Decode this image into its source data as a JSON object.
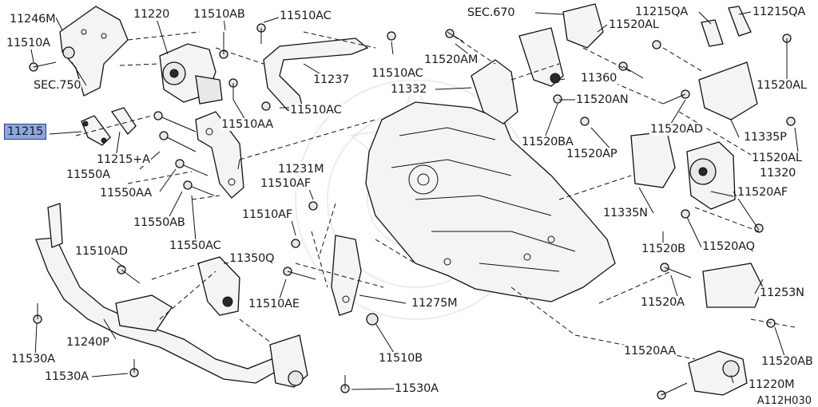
{
  "diagram": {
    "code": "A112H030",
    "highlight_color": "#8ea6de",
    "labels": [
      {
        "id": "11246M",
        "text": "11246M"
      },
      {
        "id": "11220",
        "text": "11220"
      },
      {
        "id": "11510AB",
        "text": "11510AB"
      },
      {
        "id": "11510AC_1",
        "text": "11510AC"
      },
      {
        "id": "11510A_1",
        "text": "11510A"
      },
      {
        "id": "SEC750",
        "text": "SEC.750"
      },
      {
        "id": "11237",
        "text": "11237"
      },
      {
        "id": "11510AC_2",
        "text": "11510AC"
      },
      {
        "id": "11510AA",
        "text": "11510AA"
      },
      {
        "id": "11510AC_3",
        "text": "11510AC"
      },
      {
        "id": "11215",
        "text": "11215",
        "highlight": true
      },
      {
        "id": "11215A",
        "text": "11215+A"
      },
      {
        "id": "11550A",
        "text": "11550A"
      },
      {
        "id": "11550AA",
        "text": "11550AA"
      },
      {
        "id": "11231M",
        "text": "11231M"
      },
      {
        "id": "11550AB",
        "text": "11550AB"
      },
      {
        "id": "11550AC",
        "text": "11550AC"
      },
      {
        "id": "11510AF_1",
        "text": "11510AF"
      },
      {
        "id": "11510AF_2",
        "text": "11510AF"
      },
      {
        "id": "11510AD",
        "text": "11510AD"
      },
      {
        "id": "11350Q",
        "text": "11350Q"
      },
      {
        "id": "11510AE",
        "text": "11510AE"
      },
      {
        "id": "11275M",
        "text": "11275M"
      },
      {
        "id": "11240P",
        "text": "11240P"
      },
      {
        "id": "11530A_1",
        "text": "11530A"
      },
      {
        "id": "11530A_2",
        "text": "11530A"
      },
      {
        "id": "11510B",
        "text": "11510B"
      },
      {
        "id": "11530A_3",
        "text": "11530A"
      },
      {
        "id": "SEC670",
        "text": "SEC.670"
      },
      {
        "id": "11520AM",
        "text": "11520AM"
      },
      {
        "id": "11332",
        "text": "11332"
      },
      {
        "id": "11520AL_1",
        "text": "11520AL"
      },
      {
        "id": "11360",
        "text": "11360"
      },
      {
        "id": "11520AN",
        "text": "11520AN"
      },
      {
        "id": "11520BA",
        "text": "11520BA"
      },
      {
        "id": "11520AP",
        "text": "11520AP"
      },
      {
        "id": "11215QA_1",
        "text": "11215QA"
      },
      {
        "id": "11215QA_2",
        "text": "11215QA"
      },
      {
        "id": "11520AL_2",
        "text": "11520AL"
      },
      {
        "id": "11520AD",
        "text": "11520AD"
      },
      {
        "id": "11335P",
        "text": "11335P"
      },
      {
        "id": "11520AL_3",
        "text": "11520AL"
      },
      {
        "id": "11320",
        "text": "11320"
      },
      {
        "id": "11520AF",
        "text": "11520AF"
      },
      {
        "id": "11335N",
        "text": "11335N"
      },
      {
        "id": "11520B",
        "text": "11520B"
      },
      {
        "id": "11520AQ",
        "text": "11520AQ"
      },
      {
        "id": "11520A",
        "text": "11520A"
      },
      {
        "id": "11253N",
        "text": "11253N"
      },
      {
        "id": "11520AA",
        "text": "11520AA"
      },
      {
        "id": "11520AB",
        "text": "11520AB"
      },
      {
        "id": "11220M",
        "text": "11220M"
      }
    ]
  }
}
